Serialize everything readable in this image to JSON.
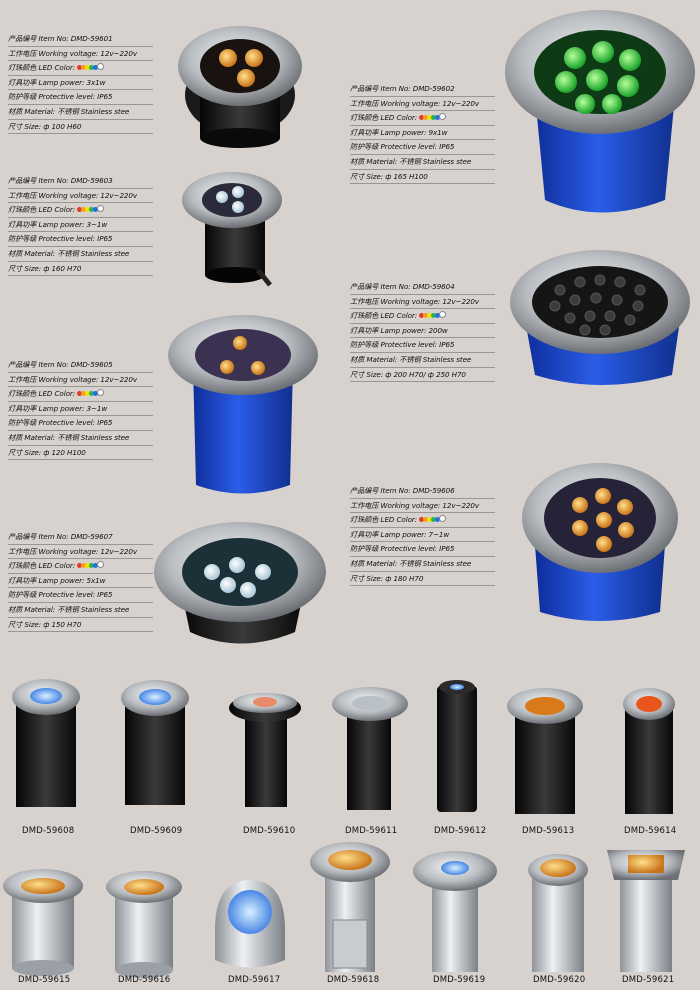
{
  "led_colors": [
    "#e23a2a",
    "#f4a020",
    "#f0e000",
    "#2bb34a",
    "#1e6ff0",
    "#ffffff"
  ],
  "specs": [
    {
      "item": "产品编号 Item No: DMD-59601",
      "voltage": "工作电压 Working voltage: 12v~220v",
      "color": "灯珠颜色 LED Color:",
      "power": "灯具功率 Lamp power: 3x1w",
      "protect": "防护等级 Protective level: IP65",
      "material": "材质 Material: 不锈钢 Stainless stee",
      "size": "尺寸 Size: ф 100 H60"
    },
    {
      "item": "产品编号 Item No: DMD-59602",
      "voltage": "工作电压 Working voltage: 12v~220v",
      "color": "灯珠颜色 LED Color:",
      "power": "灯具功率 Lamp power: 9x1w",
      "protect": "防护等级 Protective level: IP65",
      "material": "材质 Material: 不锈钢 Stainless stee",
      "size": "尺寸 Size: ф 165 H100"
    },
    {
      "item": "产品编号 Item No: DMD-59603",
      "voltage": "工作电压 Working voltage: 12v~220v",
      "color": "灯珠颜色 LED Color:",
      "power": "灯具功率 Lamp power: 3~1w",
      "protect": "防护等级 Protective level: IP65",
      "material": "材质 Material: 不锈钢 Stainless stee",
      "size": "尺寸 Size: ф 160 H70"
    },
    {
      "item": "产品编号 Item No: DMD-59604",
      "voltage": "工作电压 Working voltage: 12v~220v",
      "color": "灯珠颜色 LED Color:",
      "power": "灯具功率 Lamp power: 200w",
      "protect": "防护等级 Protective level: IP65",
      "material": "材质 Material: 不锈钢 Stainless stee",
      "size": "尺寸 Size: ф 200 H70/ ф 250 H70"
    },
    {
      "item": "产品编号 Item No: DMD-59605",
      "voltage": "工作电压 Working voltage: 12v~220v",
      "color": "灯珠颜色 LED Color:",
      "power": "灯具功率 Lamp power: 3~1w",
      "protect": "防护等级 Protective level: IP65",
      "material": "材质 Material: 不锈钢 Stainless stee",
      "size": "尺寸 Size: ф 120 H100"
    },
    {
      "item": "产品编号 Item No: DMD-59606",
      "voltage": "工作电压 Working voltage: 12v~220v",
      "color": "灯珠颜色 LED Color:",
      "power": "灯具功率 Lamp power: 7~1w",
      "protect": "防护等级 Protective level: IP65",
      "material": "材质 Material: 不锈钢 Stainless stee",
      "size": "尺寸 Size: ф 180 H70"
    },
    {
      "item": "产品编号 Item No: DMD-59607",
      "voltage": "工作电压 Working voltage: 12v~220v",
      "color": "灯珠颜色 LED Color:",
      "power": "灯具功率 Lamp power: 5x1w",
      "protect": "防护等级 Protective level: IP65",
      "material": "材质 Material: 不锈钢 Stainless stee",
      "size": "尺寸 Size: ф 150 H70"
    }
  ],
  "row1_captions": [
    "DMD-59608",
    "DMD-59609",
    "DMD-59610",
    "DMD-59611",
    "DMD-59612",
    "DMD-59613",
    "DMD-59614"
  ],
  "row2_captions": [
    "DMD-59615",
    "DMD-59616",
    "DMD-59617",
    "DMD-59618",
    "DMD-59619",
    "DMD-59620",
    "DMD-59621"
  ]
}
